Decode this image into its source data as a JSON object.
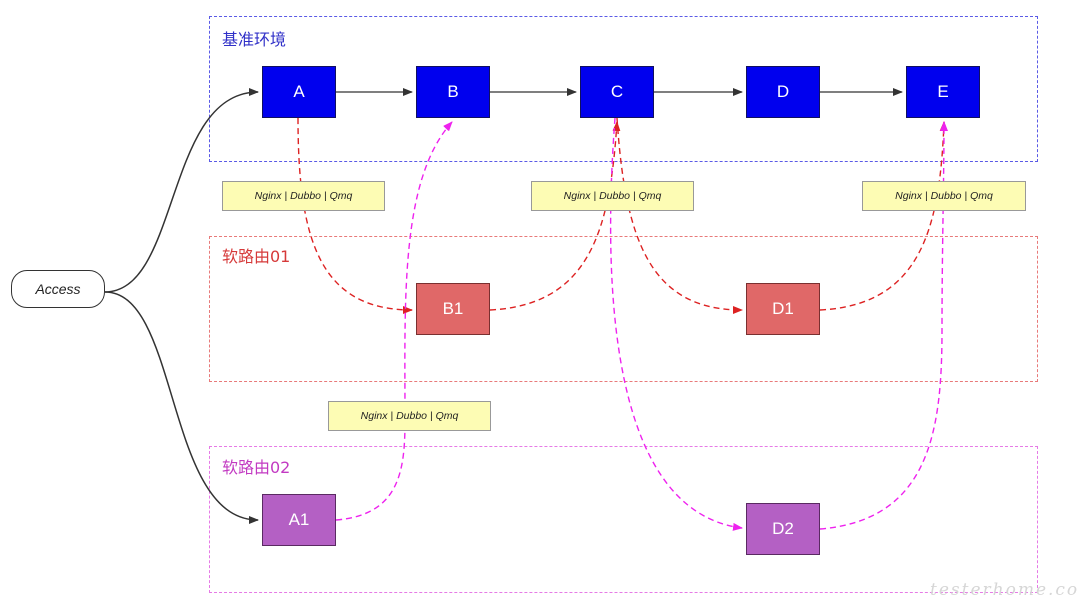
{
  "groups": {
    "base": {
      "label": "基准环境",
      "color": "#5a5ae6"
    },
    "route01": {
      "label": "软路由01",
      "color": "#e87a7a"
    },
    "route02": {
      "label": "软路由02",
      "color": "#e67ae6"
    }
  },
  "entry": {
    "label": "Access"
  },
  "nodes": {
    "a": "A",
    "b": "B",
    "c": "C",
    "d": "D",
    "e": "E",
    "b1": "B1",
    "d1": "D1",
    "a1": "A1",
    "d2": "D2"
  },
  "node_colors": {
    "base": "#0000ee",
    "route01": "#e06868",
    "route02": "#b460c4"
  },
  "edge_colors": {
    "base": "#333333",
    "route01": "#dd2222",
    "route02": "#ee22ee"
  },
  "protocol_tags": [
    "Nginx | Dubbo | Qmq",
    "Nginx | Dubbo | Qmq",
    "Nginx | Dubbo | Qmq",
    "Nginx | Dubbo | Qmq"
  ],
  "watermark": "testerhome.com"
}
